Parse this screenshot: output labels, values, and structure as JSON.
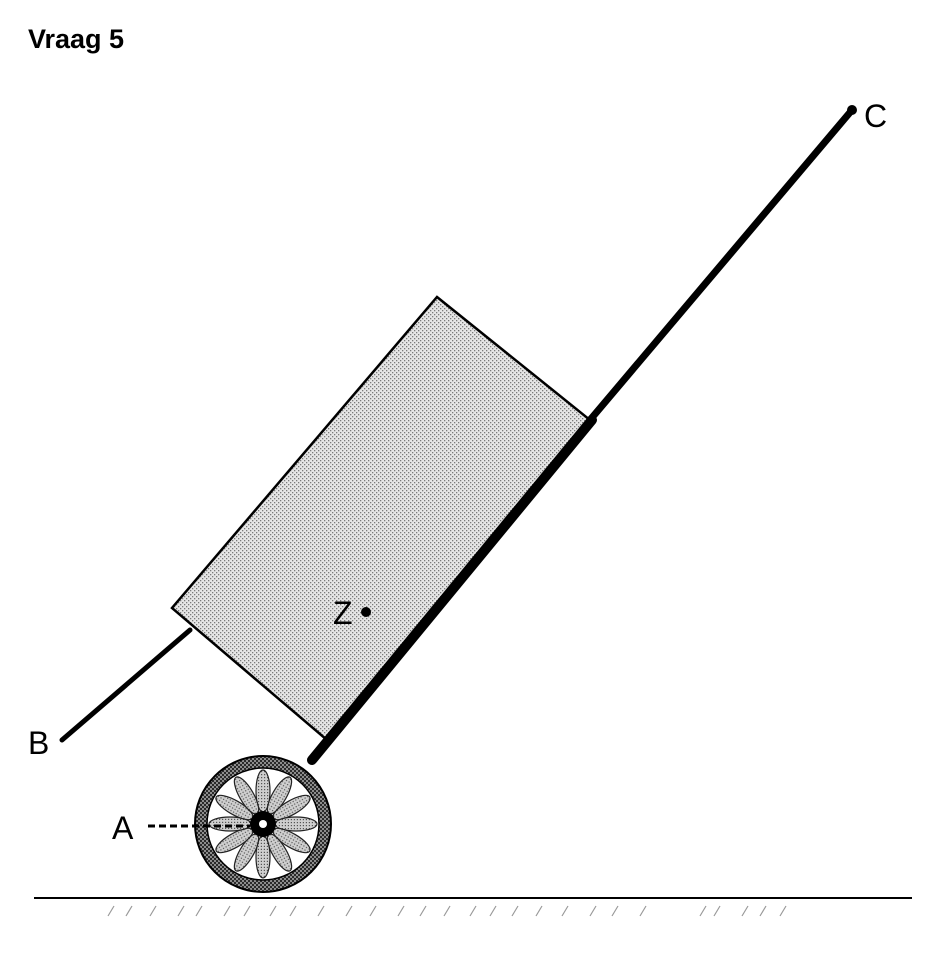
{
  "title": "Vraag 5",
  "labels": {
    "A": "A",
    "B": "B",
    "C": "C",
    "Z": "Z"
  },
  "colors": {
    "line": "#000000",
    "box_fill": "#d2d2d2",
    "wheel": "#555555",
    "background": "#ffffff"
  }
}
